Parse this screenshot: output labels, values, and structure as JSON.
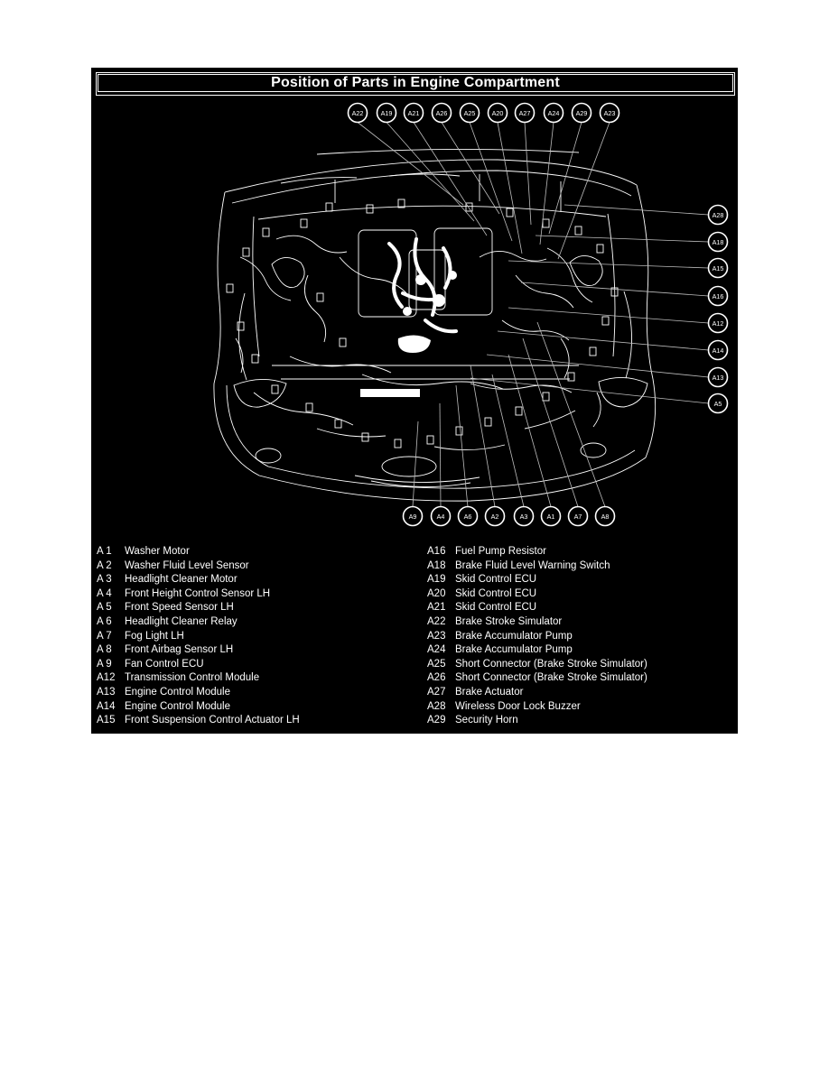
{
  "panel": {
    "title": "Position of Parts in Engine Compartment"
  },
  "colors": {
    "panel_background": "#000000",
    "line": "#ffffff",
    "page_background": "#ffffff"
  },
  "callouts": {
    "top": [
      "A22",
      "A19",
      "A21",
      "A26",
      "A25",
      "A20",
      "A27",
      "A24",
      "A29",
      "A23"
    ],
    "right": [
      "A28",
      "A18",
      "A15",
      "A16",
      "A12",
      "A14",
      "A13",
      "A5"
    ],
    "bottom": [
      "A9",
      "A4",
      "A6",
      "A2",
      "A3",
      "A1",
      "A7",
      "A8"
    ]
  },
  "legend": {
    "left": [
      {
        "code": "A 1",
        "name": "Washer Motor"
      },
      {
        "code": "A 2",
        "name": "Washer Fluid Level Sensor"
      },
      {
        "code": "A 3",
        "name": "Headlight Cleaner Motor"
      },
      {
        "code": "A 4",
        "name": "Front Height Control Sensor LH"
      },
      {
        "code": "A 5",
        "name": "Front Speed Sensor LH"
      },
      {
        "code": "A 6",
        "name": "Headlight Cleaner Relay"
      },
      {
        "code": "A 7",
        "name": "Fog Light LH"
      },
      {
        "code": "A 8",
        "name": "Front Airbag Sensor LH"
      },
      {
        "code": "A 9",
        "name": "Fan Control ECU"
      },
      {
        "code": "A12",
        "name": "Transmission Control Module"
      },
      {
        "code": "A13",
        "name": "Engine Control Module"
      },
      {
        "code": "A14",
        "name": "Engine Control Module"
      },
      {
        "code": "A15",
        "name": "Front Suspension Control Actuator LH"
      }
    ],
    "right": [
      {
        "code": "A16",
        "name": "Fuel Pump Resistor"
      },
      {
        "code": "A18",
        "name": "Brake Fluid Level Warning Switch"
      },
      {
        "code": "A19",
        "name": "Skid Control ECU"
      },
      {
        "code": "A20",
        "name": "Skid Control ECU"
      },
      {
        "code": "A21",
        "name": "Skid Control ECU"
      },
      {
        "code": "A22",
        "name": "Brake Stroke Simulator"
      },
      {
        "code": "A23",
        "name": "Brake Accumulator Pump"
      },
      {
        "code": "A24",
        "name": "Brake Accumulator Pump"
      },
      {
        "code": "A25",
        "name": "Short Connector (Brake Stroke Simulator)"
      },
      {
        "code": "A26",
        "name": "Short Connector (Brake Stroke Simulator)"
      },
      {
        "code": "A27",
        "name": "Brake Actuator"
      },
      {
        "code": "A28",
        "name": "Wireless Door Lock Buzzer"
      },
      {
        "code": "A29",
        "name": "Security Horn"
      }
    ]
  }
}
